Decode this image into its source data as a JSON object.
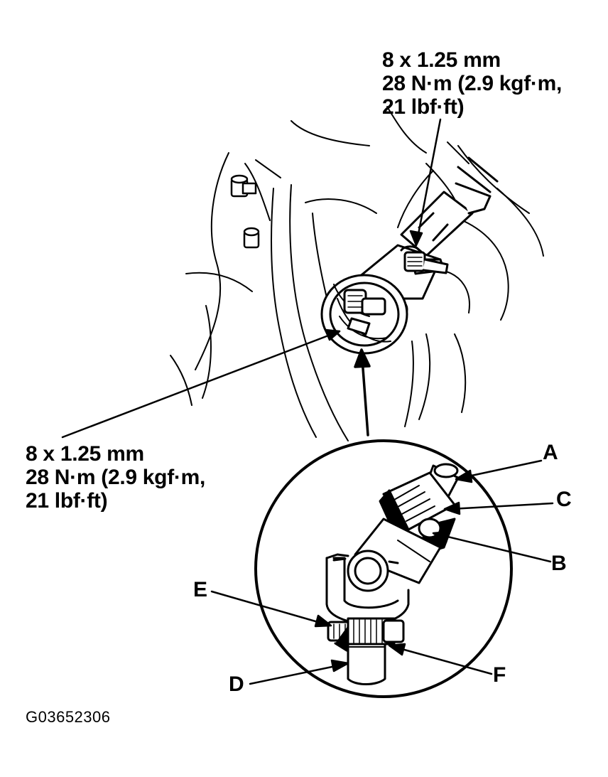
{
  "top_spec": {
    "line1": "8 x 1.25 mm",
    "line2": "28 N·m (2.9 kgf·m,",
    "line3": "21 lbf·ft)"
  },
  "left_spec": {
    "line1": "8 x 1.25 mm",
    "line2": "28 N·m (2.9 kgf·m,",
    "line3": "21 lbf·ft)"
  },
  "callouts": {
    "a": "A",
    "b": "B",
    "c": "C",
    "d": "D",
    "e": "E",
    "f": "F"
  },
  "figure_id": "G03652306",
  "colors": {
    "ink": "#000000",
    "paper": "#ffffff"
  }
}
